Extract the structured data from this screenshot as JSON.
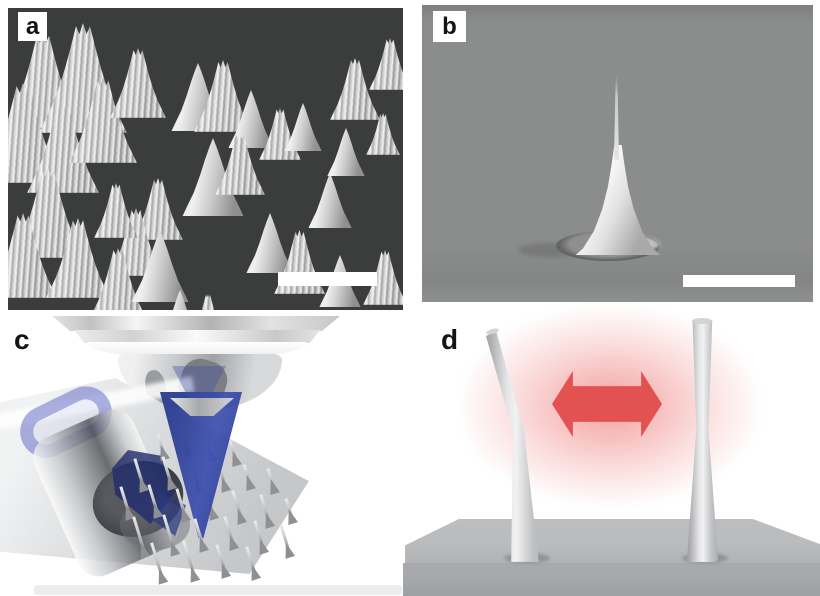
{
  "figure": {
    "title": "Four-panel figure: SEM micrographs and 3D renderings of conical micro-tip structures",
    "panels": [
      {
        "id": "a",
        "label": "a",
        "kind": "SEM micrograph",
        "content": "oblique view of an array of cone-shaped micro-tips on a dark substrate",
        "scale_bar": true
      },
      {
        "id": "b",
        "label": "b",
        "kind": "SEM micrograph",
        "content": "single sharp high-aspect-ratio conical tip rising from a recessed pit",
        "scale_bar": true
      },
      {
        "id": "c",
        "label": "c",
        "kind": "3D rendering",
        "content": "microscope objective focusing a blue laser cone onto a tilted array of needle tips",
        "scale_bar": false
      },
      {
        "id": "d",
        "label": "d",
        "kind": "3D rendering",
        "content": "bent pillar and straight pillar on a gray stage, red double-headed arrow indicating lateral actuation",
        "scale_bar": false
      }
    ]
  },
  "colors": {
    "page-bg": "#ffffff",
    "sem-a-bg": "#3b3c3c",
    "sem-a-cone-light": "#efefef",
    "sem-a-cone-dark": "#8f8f8f",
    "sem-b-bg": "#8b8c8c",
    "scale-bar": "#ffffff",
    "panel-label": "#141414",
    "label-box-bg": "#ffffff",
    "beam-blue": "#3d4fb0",
    "beam-blue-dark": "#283a8e",
    "arrow-red": "#e15250",
    "glow-red": "#e8534f",
    "platform-top": "#b9bbbd",
    "platform-front": "#a5a7a9",
    "pillar-highlight": "#f2f2f3",
    "render-gray": "#d8dadc",
    "needle-gray": "#8e9093"
  }
}
